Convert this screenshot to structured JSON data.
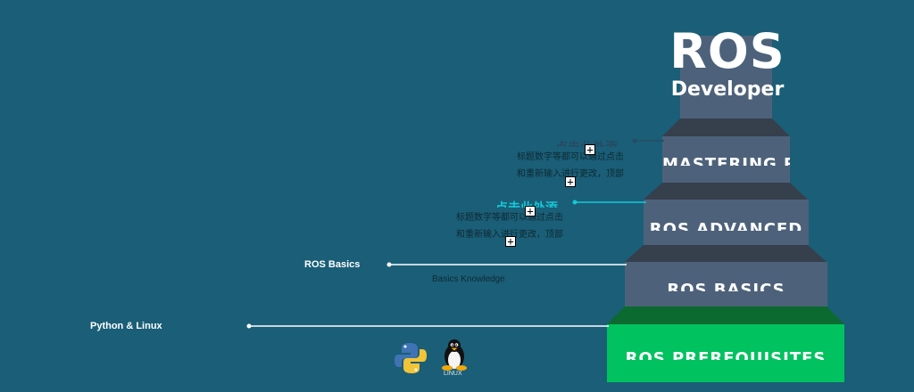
{
  "pyramid": {
    "top_title": "ROS",
    "top_subtitle": "Developer",
    "steps": [
      {
        "label": "MASTERING ROS"
      },
      {
        "label": "ROS ADVANCED"
      },
      {
        "label": "ROS BASICS"
      },
      {
        "label": "ROS PREREQUISITES"
      }
    ]
  },
  "callouts": {
    "ros_basics": {
      "label": "ROS Basics",
      "sub": "Basics Knowledge"
    },
    "python_linux": {
      "label": "Python & Linux"
    },
    "placeholder_1": {
      "title": "点击此处添",
      "line1": "标题数字等都可以通过点击",
      "line2": "和重新输入进行更改，顶部"
    },
    "placeholder_2": {
      "title": "点击此处添",
      "line1": "标题数字等都可以通过点击",
      "line2": "和重新输入进行更改，顶部"
    }
  },
  "icons": {
    "python": "python-logo-icon",
    "linux": "linux-tux-icon",
    "linux_label": "LINUX"
  },
  "colors": {
    "background": "#1a5e77",
    "step_face": "#4d627a",
    "step_top": "#363f4c",
    "prereq_face": "#00c25f",
    "prereq_top": "#0b6a2f",
    "accent_cyan": "#14c9d8"
  }
}
